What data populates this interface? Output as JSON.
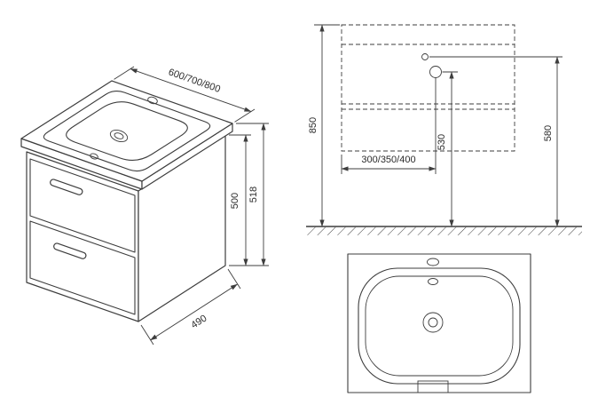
{
  "colors": {
    "line": "#3d3d3d",
    "background": "#ffffff"
  },
  "drawing": {
    "isometric": {
      "width_label": "600/700/800",
      "total_height_label": "518",
      "cabinet_height_label": "500",
      "depth_label": "490"
    },
    "elevation": {
      "overall_height_label": "850",
      "drain_height_label": "530",
      "supply_height_label": "580",
      "drain_offset_label": "300/350/400"
    }
  }
}
